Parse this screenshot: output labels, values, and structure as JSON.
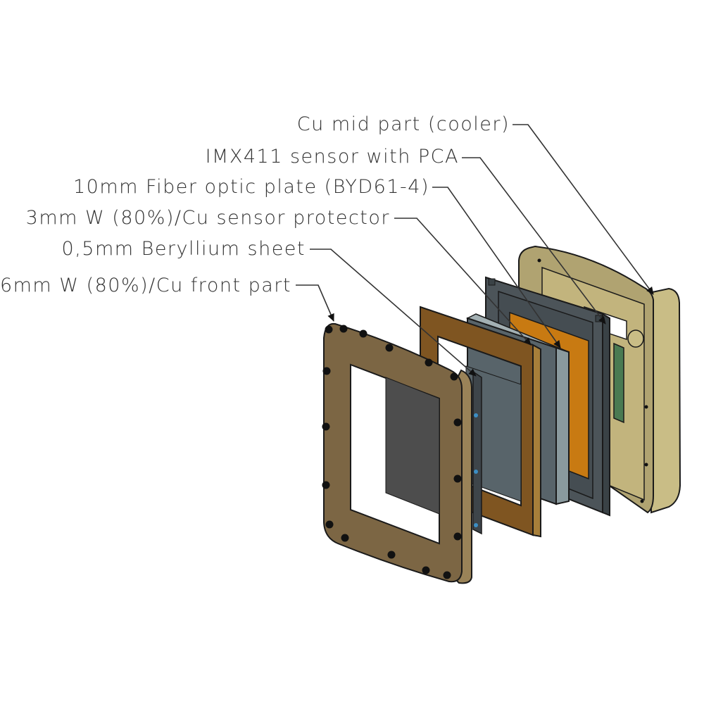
{
  "diagram": {
    "labels": {
      "cooler": "Cu mid part (cooler)",
      "sensor": "IMX411 sensor with PCA",
      "fiber": "10mm Fiber optic plate (BYD61-4)",
      "protector": "3mm W (80%)/Cu sensor protector",
      "beryllium": "0,5mm Beryllium sheet",
      "front": "6mm W (80%)/Cu front part"
    },
    "colors": {
      "cooler_body": "#c9bd86",
      "cooler_face": "#b0a371",
      "pcb_green": "#4a7a52",
      "sensor_frame": "#4c5459",
      "fiber_plate": "#c87a12",
      "protector_face": "#58646a",
      "protector_side": "#8a9a9e",
      "beryllium_frame": "#7f5521",
      "beryllium_side": "#a77f3a",
      "front_part": "#7c6644",
      "front_side": "#9a8358",
      "window_dark": "#4d4d4d",
      "bolt": "#111111",
      "outline": "#1a1a1a",
      "leader": "#333333"
    }
  }
}
